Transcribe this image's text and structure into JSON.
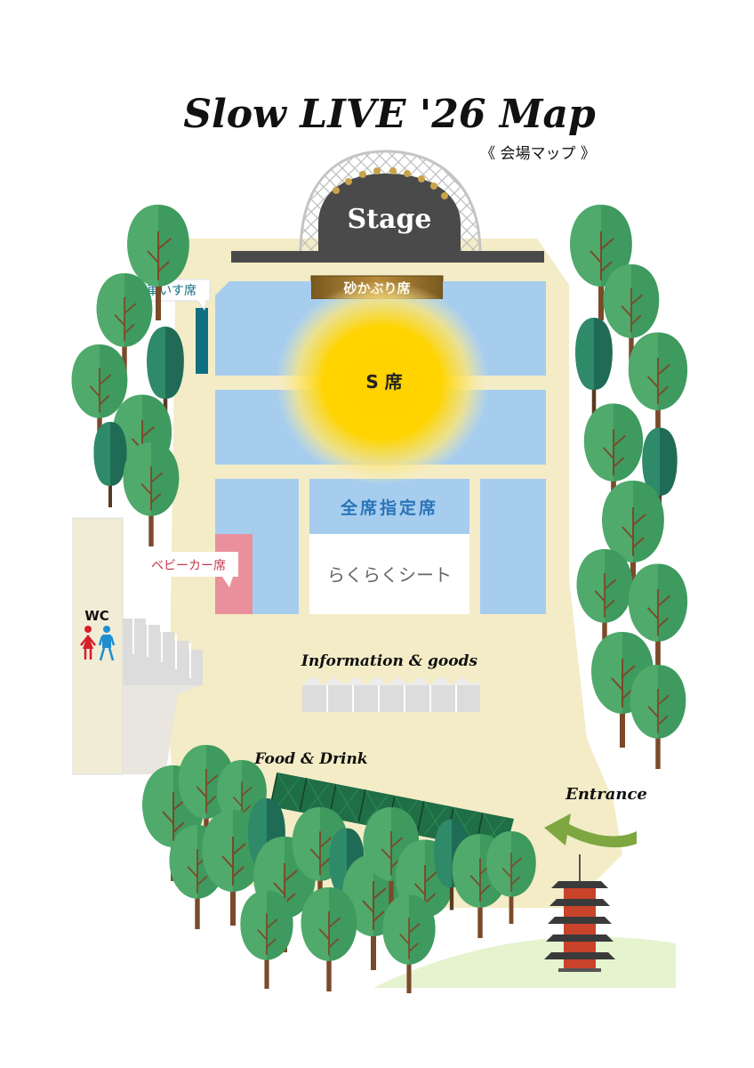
{
  "title": "Slow LIVE '26 Map",
  "subtitle": "《 会場マップ 》",
  "labels": {
    "stage": "Stage",
    "front_seats": "砂かぶり席",
    "wheelchair": "車いす席",
    "s_seats": "S 席",
    "reserved": "全席指定席",
    "easy_seat": "らくらくシート",
    "stroller": "ベビーカー席",
    "wc": "WC",
    "info_goods": "Information & goods",
    "food_drink": "Food & Drink",
    "entrance": "Entrance"
  },
  "colors": {
    "ground": "#f3ecc7",
    "seat_blue": "#a6cdee",
    "s_glow": "#ffd200",
    "stage_dark": "#4a4a4a",
    "front_gold": "#8a6a2a",
    "wheelchair_teal": "#0f6e82",
    "stroller_pink": "#e9909c",
    "reserved_text": "#2a74b8",
    "tree_green": "#3e9a5e",
    "tree_dark": "#1f6b55",
    "trunk": "#7a4a2a",
    "food_stall": "#1f6e45",
    "entrance_arrow": "#7ea641",
    "pagoda_red": "#c9432b",
    "wc_red": "#d5202a",
    "wc_blue": "#1f8ed0"
  },
  "icons": [
    "pagoda-icon",
    "wc-male-icon",
    "wc-female-icon",
    "entrance-arrow-icon"
  ]
}
